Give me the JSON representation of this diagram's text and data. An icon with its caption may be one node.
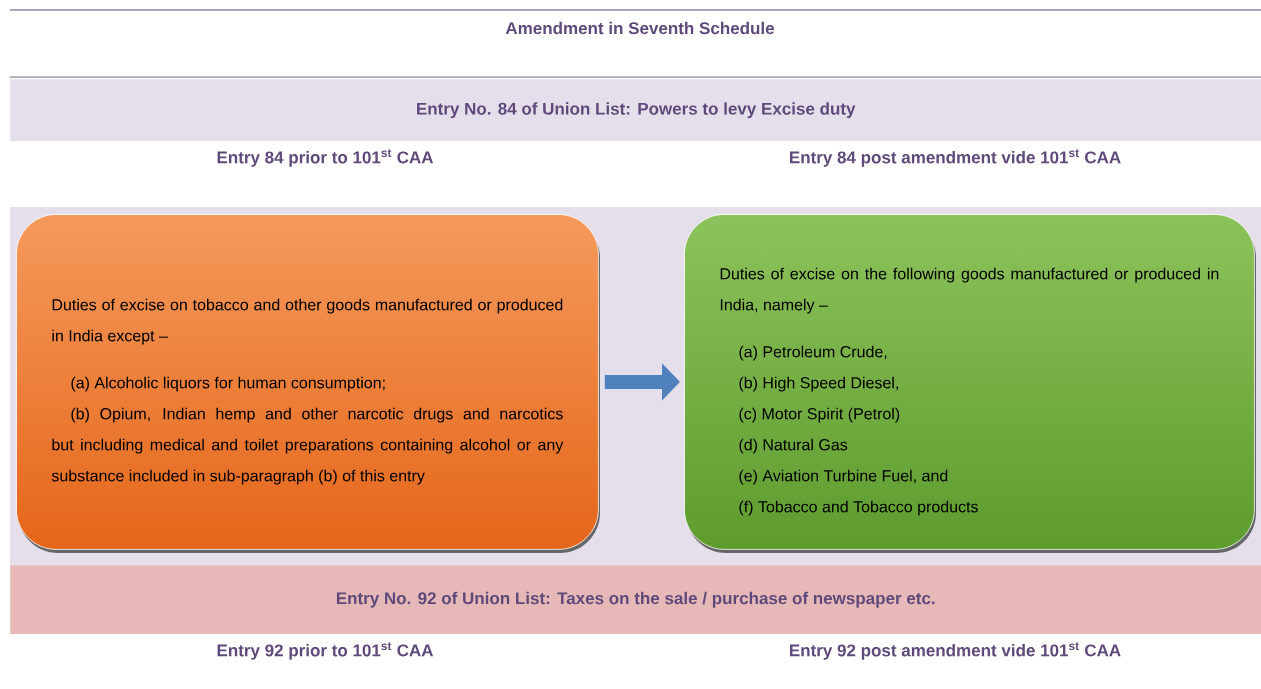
{
  "diagram": {
    "title": "Amendment in Seventh Schedule",
    "nodes": [
      {
        "text": [
          "Entry No. 84 of Union List: Powers to levy Excise duty"
        ]
      },
      {
        "text": [
          "Duties of excise on tobacco and other goods manufactured or produced in India except –",
          "(a) Alcoholic liquors for human consumption;",
          "(b) Opium, Indian hemp and other narcotic drugs and narcotics but including medical and toilet preparations containing alcohol or any substance included in sub-paragraph (b) of this entry"
        ]
      },
      {
        "text": [
          "Duties of excise on the following goods manufactured or produced in India, namely –",
          "(a) Petroleum Crude,",
          "(b) High Speed Diesel,",
          "(c) Motor Spirit (Petrol)",
          "(d) Natural Gas",
          "(e) Aviation Turbine Fuel, and",
          "(f) Tobacco and Tobacco products"
        ]
      },
      {
        "text": [
          "Entry No. 92 of Union List: Taxes on the sale / purchase of newspaper etc."
        ]
      }
    ],
    "edges": [
      {
        "from": 1,
        "to": 2,
        "arrow": "to"
      }
    ],
    "labels": [
      "Entry 84 prior to 101$^{st}$ CAA",
      "Entry 84 post amendment vide 101$^{st}$ CAA",
      "Entry 92 prior to 101$^{st}$ CAA",
      "Entry 92 post amendment vide 101$^{st}$ CAA"
    ]
  }
}
